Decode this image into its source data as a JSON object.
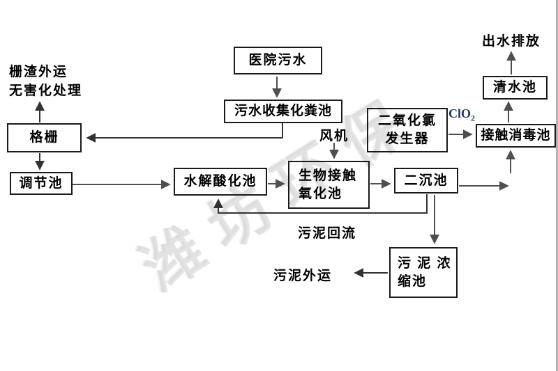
{
  "diagram": {
    "type": "process-flow",
    "subject": "hospital wastewater treatment flowchart",
    "nodes": {
      "hospital_sewage": {
        "label": "医院污水"
      },
      "septic_tank": {
        "label": "污水收集化粪池"
      },
      "grid_screen": {
        "label": "格栅"
      },
      "regulating_tank": {
        "label": "调节池"
      },
      "hydrolysis_tank": {
        "label": "水解酸化池"
      },
      "bio_contact_tank": {
        "line1": "生物接触",
        "line2": "氧化池"
      },
      "secondary_sed_tank": {
        "label": "二沉池"
      },
      "clo2_generator": {
        "line1": "二氧化氯",
        "line2": "发生器"
      },
      "contact_disinfection": {
        "label": "接触消毒池"
      },
      "clean_water_tank": {
        "label": "清水池"
      },
      "sludge_thickening_tank": {
        "line1": "污 泥 浓",
        "line2": "缩池"
      }
    },
    "annotations": {
      "residue_line1": "栅渣外运",
      "residue_line2": "无害化处理",
      "fan": "风机",
      "clo2_formula": "ClO",
      "clo2_subscript": "2",
      "effluent_discharge": "出水排放",
      "sludge_return": "污泥回流",
      "sludge_out": "污泥外运"
    },
    "watermark_text": "潍坊环保",
    "colors": {
      "arrow_gray": "#4f4f4f",
      "connector_dark": "#333333",
      "box_border": "#1a1a1a",
      "clo2_text": "#1f3864",
      "page_border": "#8a8a8a",
      "text": "#000000"
    }
  }
}
